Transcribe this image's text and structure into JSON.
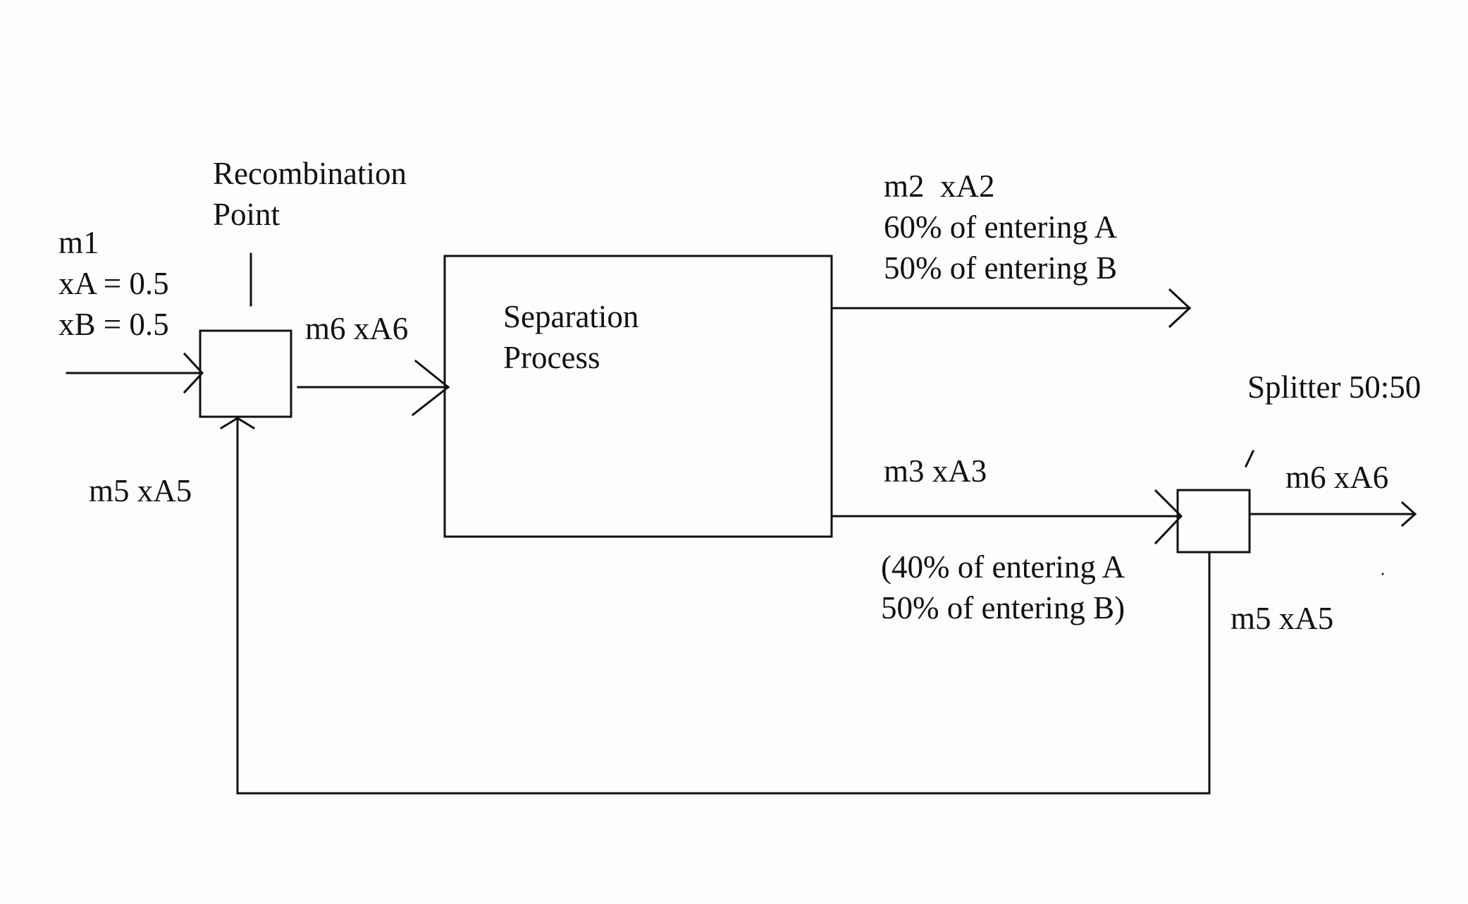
{
  "labels": {
    "recombination": [
      "Recombination",
      "Point"
    ],
    "feed": [
      "m1",
      "xA = 0.5",
      "xB = 0.5"
    ],
    "mixer_out": "m6 xA6",
    "recycle_in": "m5 xA5",
    "separator": [
      "Separation",
      "Process"
    ],
    "top_stream": [
      "m2  xA2",
      "60% of entering A",
      "50% of entering B"
    ],
    "bottom_stream": "m3 xA3",
    "bottom_note": [
      "(40% of entering A",
      "50% of entering B)"
    ],
    "splitter": "Splitter 50:50",
    "splitter_out": "m6 xA6",
    "splitter_recycle": "m5 xA5"
  }
}
